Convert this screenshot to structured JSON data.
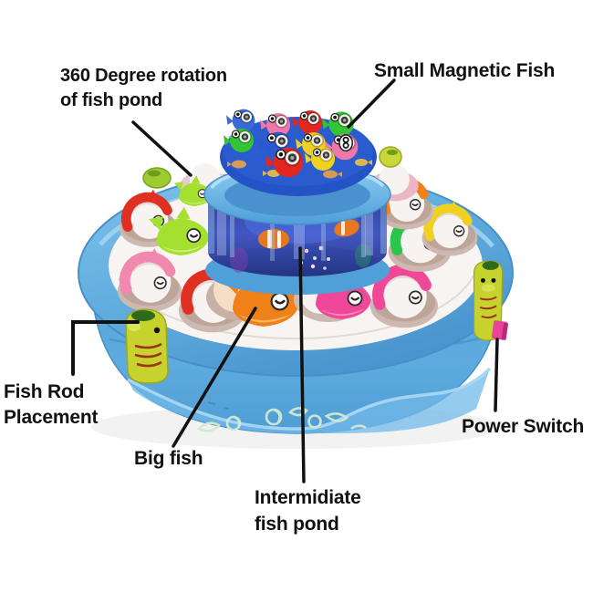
{
  "callouts": {
    "rotation": {
      "line1": "360 Degree rotation",
      "line2": "of fish pond"
    },
    "small_magnetic_fish": {
      "line1": "Small Magnetic Fish"
    },
    "fish_rod_placement": {
      "line1": "Fish Rod",
      "line2": "Placement"
    },
    "big_fish": {
      "line1": "Big fish"
    },
    "power_switch": {
      "line1": "Power Switch"
    },
    "intermediate_fish_pond": {
      "line1": "Intermidiate",
      "line2": "fish pond"
    }
  },
  "colors": {
    "body_blue": "#62aede",
    "rim_highlight": "#a6d6f2",
    "deck_white": "#f7f4f1",
    "top_pond_blue": "#2353c4",
    "aquarium_blue": "#2c3da8",
    "rod_holder_yellow": "#c6d32f",
    "power_switch_pink": "#e8449a",
    "callout_line": "#111111",
    "label_text": "#111111"
  }
}
